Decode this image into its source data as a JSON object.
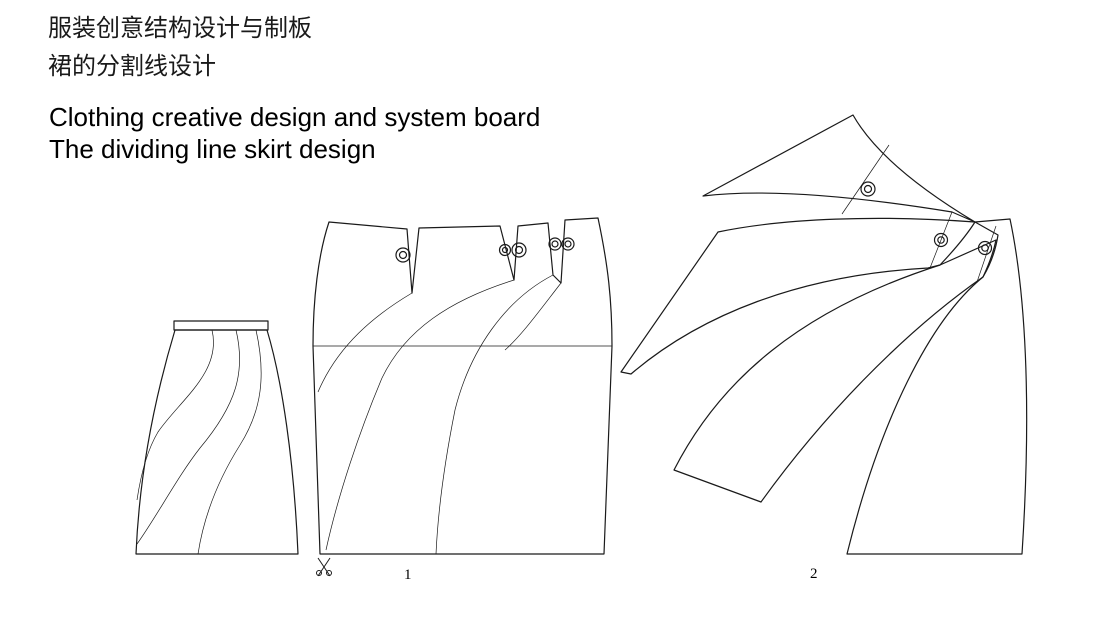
{
  "title": {
    "zh_line1": "服装创意结构设计与制板",
    "zh_line2": "裙的分割线设计",
    "en_line1": "Clothing creative design and system board",
    "en_line2": "The dividing line skirt design"
  },
  "figure_labels": {
    "pattern_1": "1",
    "pattern_2": "2"
  },
  "colors": {
    "line": "#1a1a1a",
    "background": "#ffffff"
  },
  "icons": [
    "scissors-icon",
    "notch-mark-icon"
  ]
}
